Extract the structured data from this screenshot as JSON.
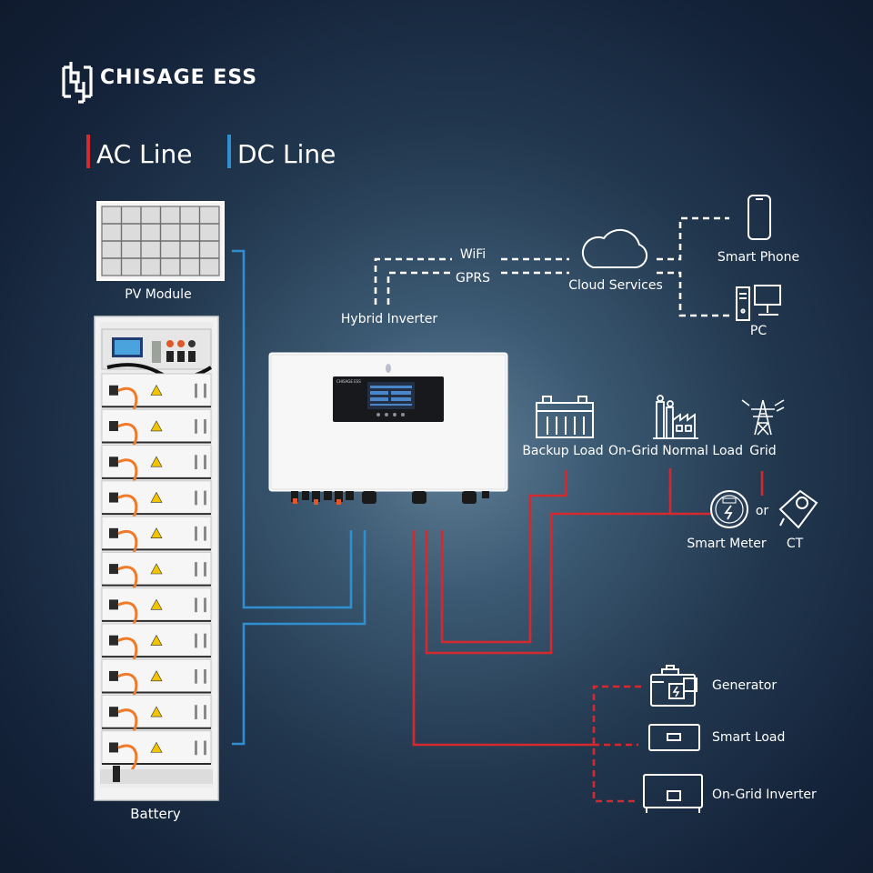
{
  "brand": {
    "name": "CHISAGE ESS",
    "logo_icon": "chisage-logo-icon"
  },
  "legend": {
    "ac": {
      "label": "AC Line",
      "color": "#d42a2f"
    },
    "dc": {
      "label": "DC Line",
      "color": "#2f8fd0"
    }
  },
  "labels": {
    "pv_module": "PV Module",
    "battery": "Battery",
    "hybrid_inverter": "Hybrid Inverter",
    "wifi": "WiFi",
    "gprs": "GPRS",
    "cloud_services": "Cloud Services",
    "smart_phone": "Smart Phone",
    "pc": "PC",
    "backup_load": "Backup Load",
    "on_grid_normal_load": "On-Grid Normal Load",
    "grid": "Grid",
    "smart_meter": "Smart Meter",
    "or": "or",
    "ct": "CT",
    "generator": "Generator",
    "smart_load": "Smart Load",
    "on_grid_inverter": "On-Grid Inverter"
  },
  "inverter_screen": {
    "brand_text": "CHISAGE ESS"
  },
  "battery_rack": {
    "module_count": 11
  },
  "colors": {
    "comm_line": "#ffffff",
    "ac_line": "#d42a2f",
    "dc_line": "#2f8fd0",
    "hazard": "#f2c400",
    "cable": "#ee7a2a"
  }
}
